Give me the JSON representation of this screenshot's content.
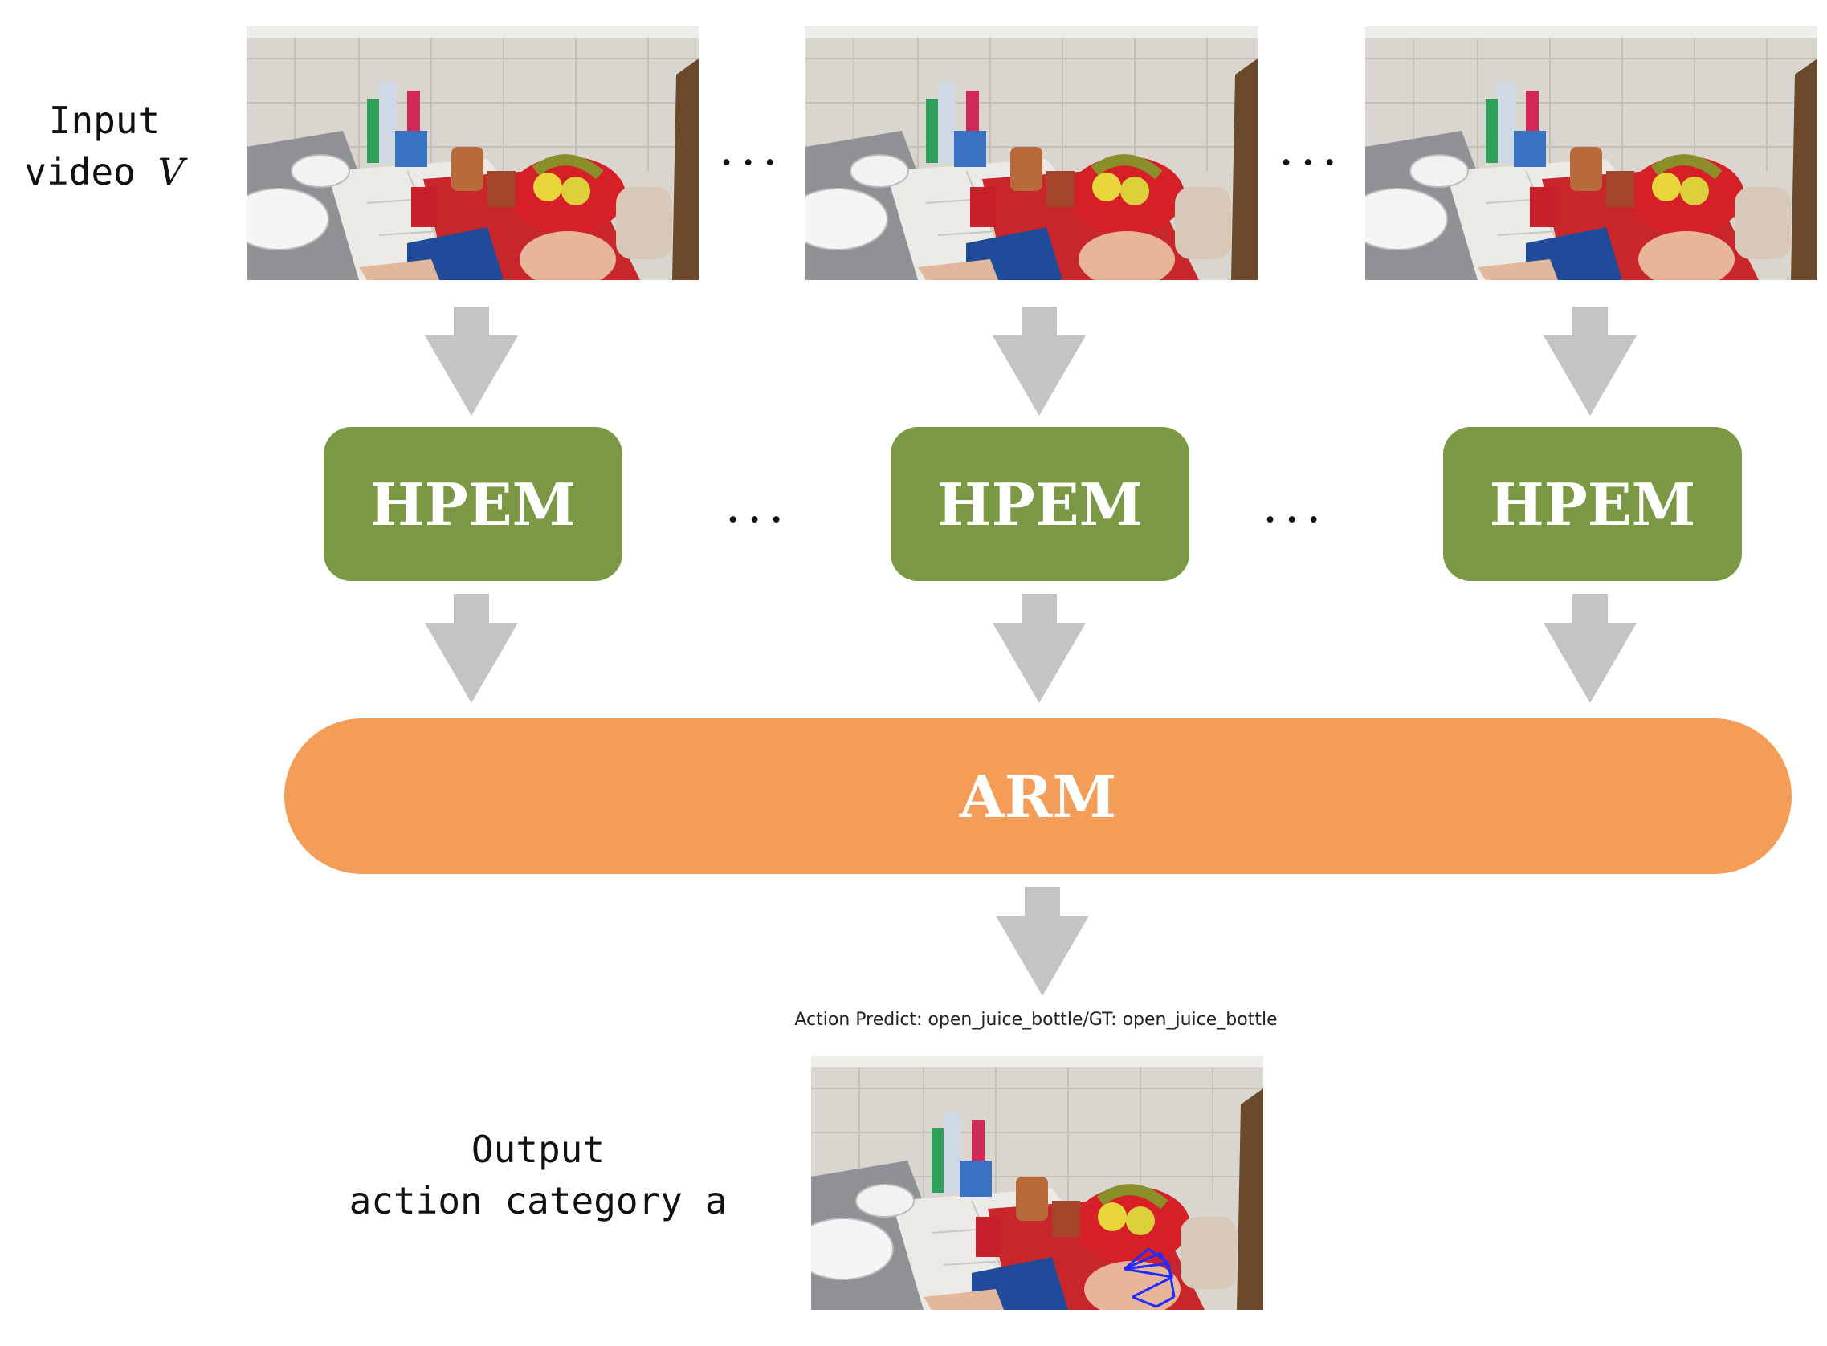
{
  "input_label": {
    "line1": "Input",
    "line2": "video",
    "symbol": "V"
  },
  "output_label": {
    "line1": "Output",
    "line2": "action category",
    "symbol": "a"
  },
  "ellipsis": "...",
  "modules": {
    "hpem": "HPEM",
    "arm": "ARM"
  },
  "prediction_caption": "Action Predict: open_juice_bottle/GT: open_juice_bottle",
  "colors": {
    "hpem": "#7b9944",
    "arm": "#f49d58",
    "arrow": "#c4c4c4"
  },
  "icons": {
    "frame": "kitchen-scene-image",
    "arrow": "down-arrow-icon",
    "hand_pose": "hand-skeleton-icon"
  }
}
